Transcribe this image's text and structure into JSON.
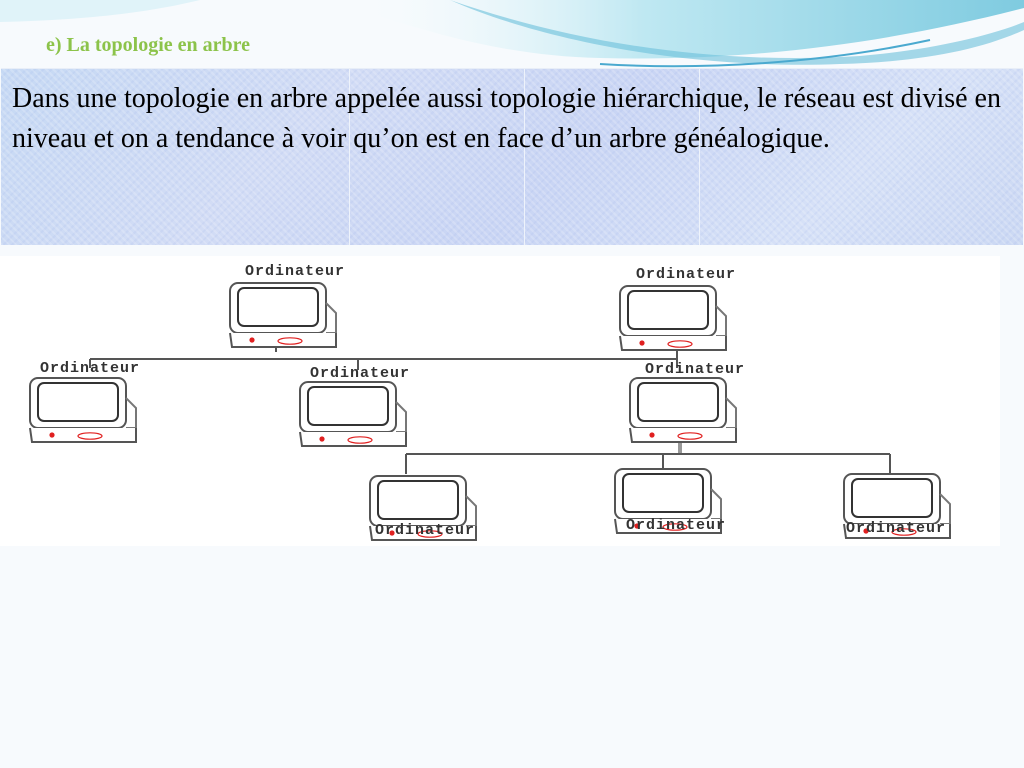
{
  "slide": {
    "title": "e) La topologie en arbre",
    "paragraph": "Dans une topologie en arbre appelée aussi topologie hiérarchique, le réseau est divisé en niveau et on a tendance à voir qu’on est en face d’un arbre généalogique."
  },
  "diagram": {
    "node_label": "Ordinateur",
    "nodes": [
      {
        "id": "root-left",
        "label": "Ordinateur"
      },
      {
        "id": "root-right",
        "label": "Ordinateur"
      },
      {
        "id": "level2-left",
        "label": "Ordinateur"
      },
      {
        "id": "level2-middle",
        "label": "Ordinateur"
      },
      {
        "id": "level2-right",
        "label": "Ordinateur"
      },
      {
        "id": "level3-left",
        "label": "Ordinateur"
      },
      {
        "id": "level3-middle",
        "label": "Ordinateur"
      },
      {
        "id": "level3-right",
        "label": "Ordinateur"
      }
    ]
  },
  "colors": {
    "title": "#8cc34a",
    "text_box": "#c9d6f4",
    "header_wave": "#8fd4e6",
    "link": "#555555",
    "indicator": "#e02020"
  }
}
